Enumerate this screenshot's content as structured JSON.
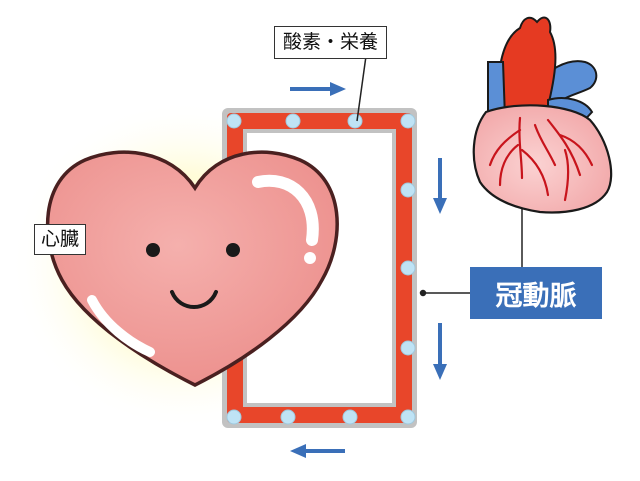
{
  "labels": {
    "oxygen_nutrients": "酸素・栄養",
    "heart": "心臓",
    "coronary_artery": "冠動脈"
  },
  "colors": {
    "vessel_red": "#e8462a",
    "vessel_border": "#b8b8b8",
    "dot": "#bfe3f5",
    "arrow_blue": "#3a6fb8",
    "heart_pink": "#f0a0a0",
    "glow": "#fff6a0",
    "label_blue": "#3a6fb8",
    "aorta_red": "#e53a22",
    "pulmonary_blue": "#5b8fd6"
  },
  "icons": [
    "heart-character",
    "anatomical-heart",
    "flow-arrow"
  ]
}
